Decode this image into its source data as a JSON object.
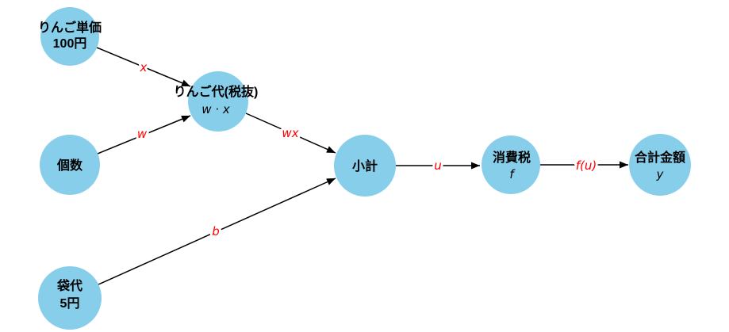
{
  "diagram": {
    "background": "#ffffff",
    "node_fill": "#87ceeb",
    "edge_color": "#000000",
    "edge_label_color": "#ff0000",
    "nodes": [
      {
        "id": "apple-unit-price",
        "line1": "りんご単価",
        "line2": "100円"
      },
      {
        "id": "quantity",
        "line1": "個数",
        "line2": ""
      },
      {
        "id": "bag-cost",
        "line1": "袋代",
        "line2": "5円"
      },
      {
        "id": "apple-cost-pretax",
        "line1": "りんご代(税抜)",
        "line2": "w · x"
      },
      {
        "id": "subtotal",
        "line1": "小計",
        "line2": ""
      },
      {
        "id": "consumption-tax",
        "line1": "消費税",
        "line2": "f"
      },
      {
        "id": "total-amount",
        "line1": "合計金額",
        "line2": "y"
      }
    ],
    "edges": [
      {
        "from": "apple-unit-price",
        "to": "apple-cost-pretax",
        "label": "x"
      },
      {
        "from": "quantity",
        "to": "apple-cost-pretax",
        "label": "w"
      },
      {
        "from": "apple-cost-pretax",
        "to": "subtotal",
        "label": "wx"
      },
      {
        "from": "bag-cost",
        "to": "subtotal",
        "label": "b"
      },
      {
        "from": "subtotal",
        "to": "consumption-tax",
        "label": "u"
      },
      {
        "from": "consumption-tax",
        "to": "total-amount",
        "label": "f(u)"
      }
    ]
  }
}
